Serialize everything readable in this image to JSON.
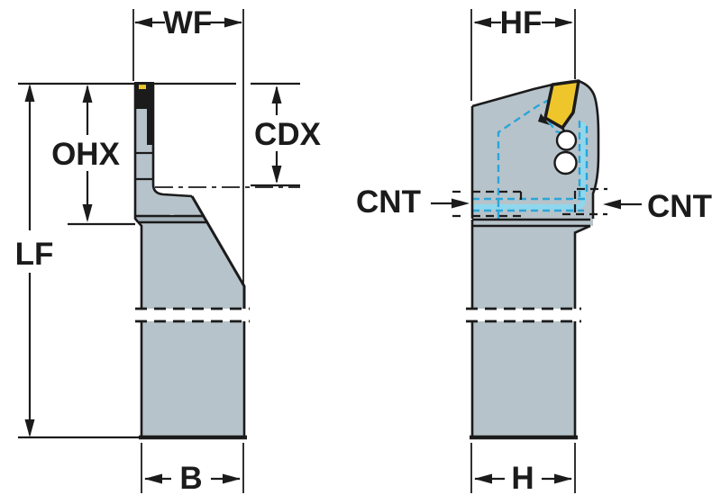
{
  "labels": {
    "wf": "WF",
    "ohx": "OHX",
    "cdx": "CDX",
    "lf": "LF",
    "b": "B",
    "hf": "HF",
    "cnt_left": "CNT",
    "cnt_right": "CNT",
    "h": "H"
  },
  "colors": {
    "outline": "#1b1b1b",
    "body": "#b7c3ca",
    "body_shadow": "#a2b1b9",
    "insert_yellow": "#eec62c",
    "hidden_blue": "#2ba5d8",
    "coolant_blue": "#8fd7ee",
    "background": "#ffffff"
  }
}
